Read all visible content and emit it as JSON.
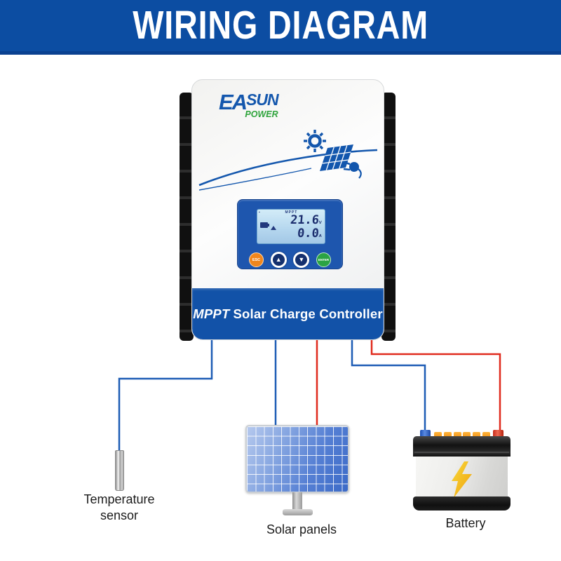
{
  "banner": {
    "title": "WIRING DIAGRAM"
  },
  "device": {
    "brand": {
      "main1": "EA",
      "main2": "SUN",
      "sub": "POWER"
    },
    "band": {
      "bold": "MPPT",
      "rest": "Solar Charge Controller"
    },
    "lcd": {
      "mode": "MPPT",
      "top_value": "21.6",
      "top_unit": "V",
      "bottom_value": "0.0",
      "bottom_unit": "A"
    },
    "buttons": {
      "esc": "ESC",
      "up": "▲",
      "down": "▼",
      "enter": "ENTER"
    }
  },
  "labels": {
    "temperature_sensor": "Temperature sensor",
    "solar_panels": "Solar panels",
    "battery": "Battery"
  },
  "colors": {
    "banner_blue": "#0c4da2",
    "band_blue": "#1252a8",
    "display_blue": "#1e56ae",
    "lcd_screen": "#bcd9ee",
    "wire_blue": "#1d5cb5",
    "wire_red": "#e02a1d",
    "esc_orange": "#f0861c",
    "enter_green": "#2ba344",
    "logo_blue": "#1457ad",
    "logo_green": "#2fa43c",
    "bolt_yellow": "#f6c413"
  }
}
